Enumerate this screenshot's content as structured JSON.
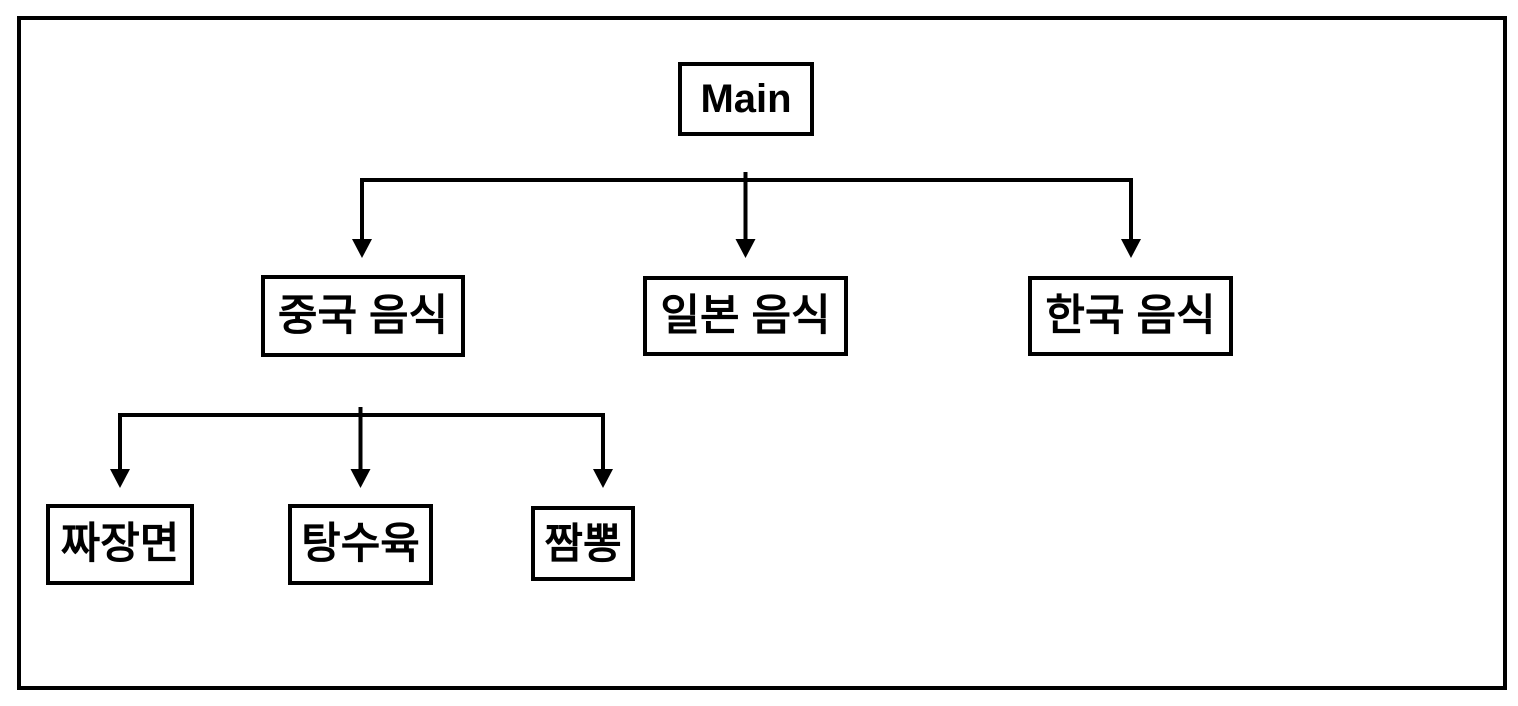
{
  "diagram": {
    "type": "tree",
    "colors": {
      "background": "#ffffff",
      "border": "#000000",
      "line": "#000000",
      "text": "#000000"
    },
    "root": {
      "label": "Main",
      "children": [
        {
          "label": "중국 음식",
          "children": [
            {
              "label": "짜장면",
              "children": []
            },
            {
              "label": "탕수육",
              "children": []
            },
            {
              "label": "짬뽕",
              "children": []
            }
          ]
        },
        {
          "label": "일본 음식",
          "children": []
        },
        {
          "label": "한국 음식",
          "children": []
        }
      ]
    }
  }
}
